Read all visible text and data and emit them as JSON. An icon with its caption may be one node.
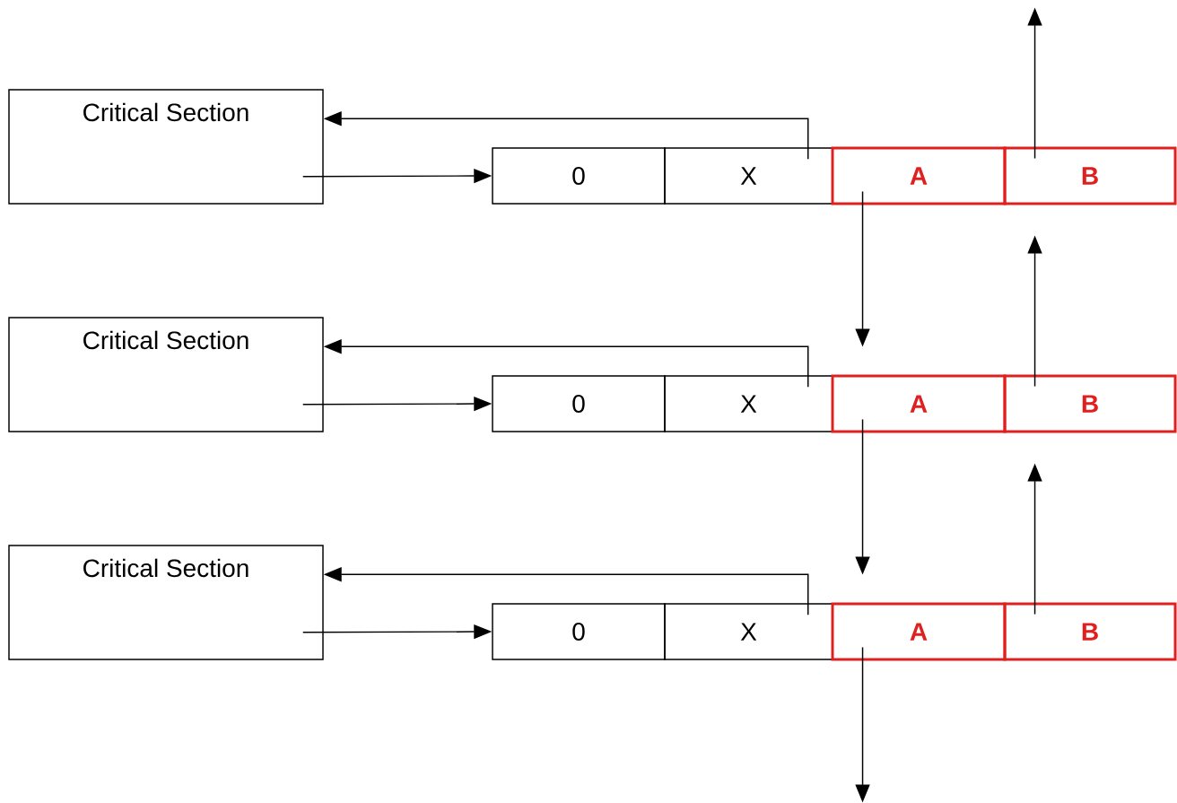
{
  "diagram": {
    "nodes": [
      {
        "text": [
          "Critical Section"
        ]
      },
      {
        "text": [
          "0"
        ]
      },
      {
        "text": [
          "X"
        ]
      },
      {
        "text": [
          "A"
        ]
      },
      {
        "text": [
          "B"
        ]
      },
      {
        "text": [
          "Critical Section"
        ]
      },
      {
        "text": [
          "0"
        ]
      },
      {
        "text": [
          "X"
        ]
      },
      {
        "text": [
          "A"
        ]
      },
      {
        "text": [
          "B"
        ]
      },
      {
        "text": [
          "Critical Section"
        ]
      },
      {
        "text": [
          "0"
        ]
      },
      {
        "text": [
          "X"
        ]
      },
      {
        "text": [
          "A"
        ]
      },
      {
        "text": [
          "B"
        ]
      }
    ],
    "edges": [
      {
        "from": 0,
        "to": 1,
        "arrow": "to"
      },
      {
        "from": 2,
        "to": 0,
        "arrow": "to"
      },
      {
        "from": 3,
        "to": null,
        "arrow": "to"
      },
      {
        "from": 4,
        "to": null,
        "arrow": "to"
      },
      {
        "from": 5,
        "to": 6,
        "arrow": "to"
      },
      {
        "from": 7,
        "to": 5,
        "arrow": "to"
      },
      {
        "from": 8,
        "to": null,
        "arrow": "to"
      },
      {
        "from": 9,
        "to": null,
        "arrow": "to"
      },
      {
        "from": 10,
        "to": 11,
        "arrow": "to"
      },
      {
        "from": 12,
        "to": 10,
        "arrow": "to"
      },
      {
        "from": 13,
        "to": null,
        "arrow": "to"
      },
      {
        "from": 14,
        "to": null,
        "arrow": "to"
      }
    ]
  }
}
